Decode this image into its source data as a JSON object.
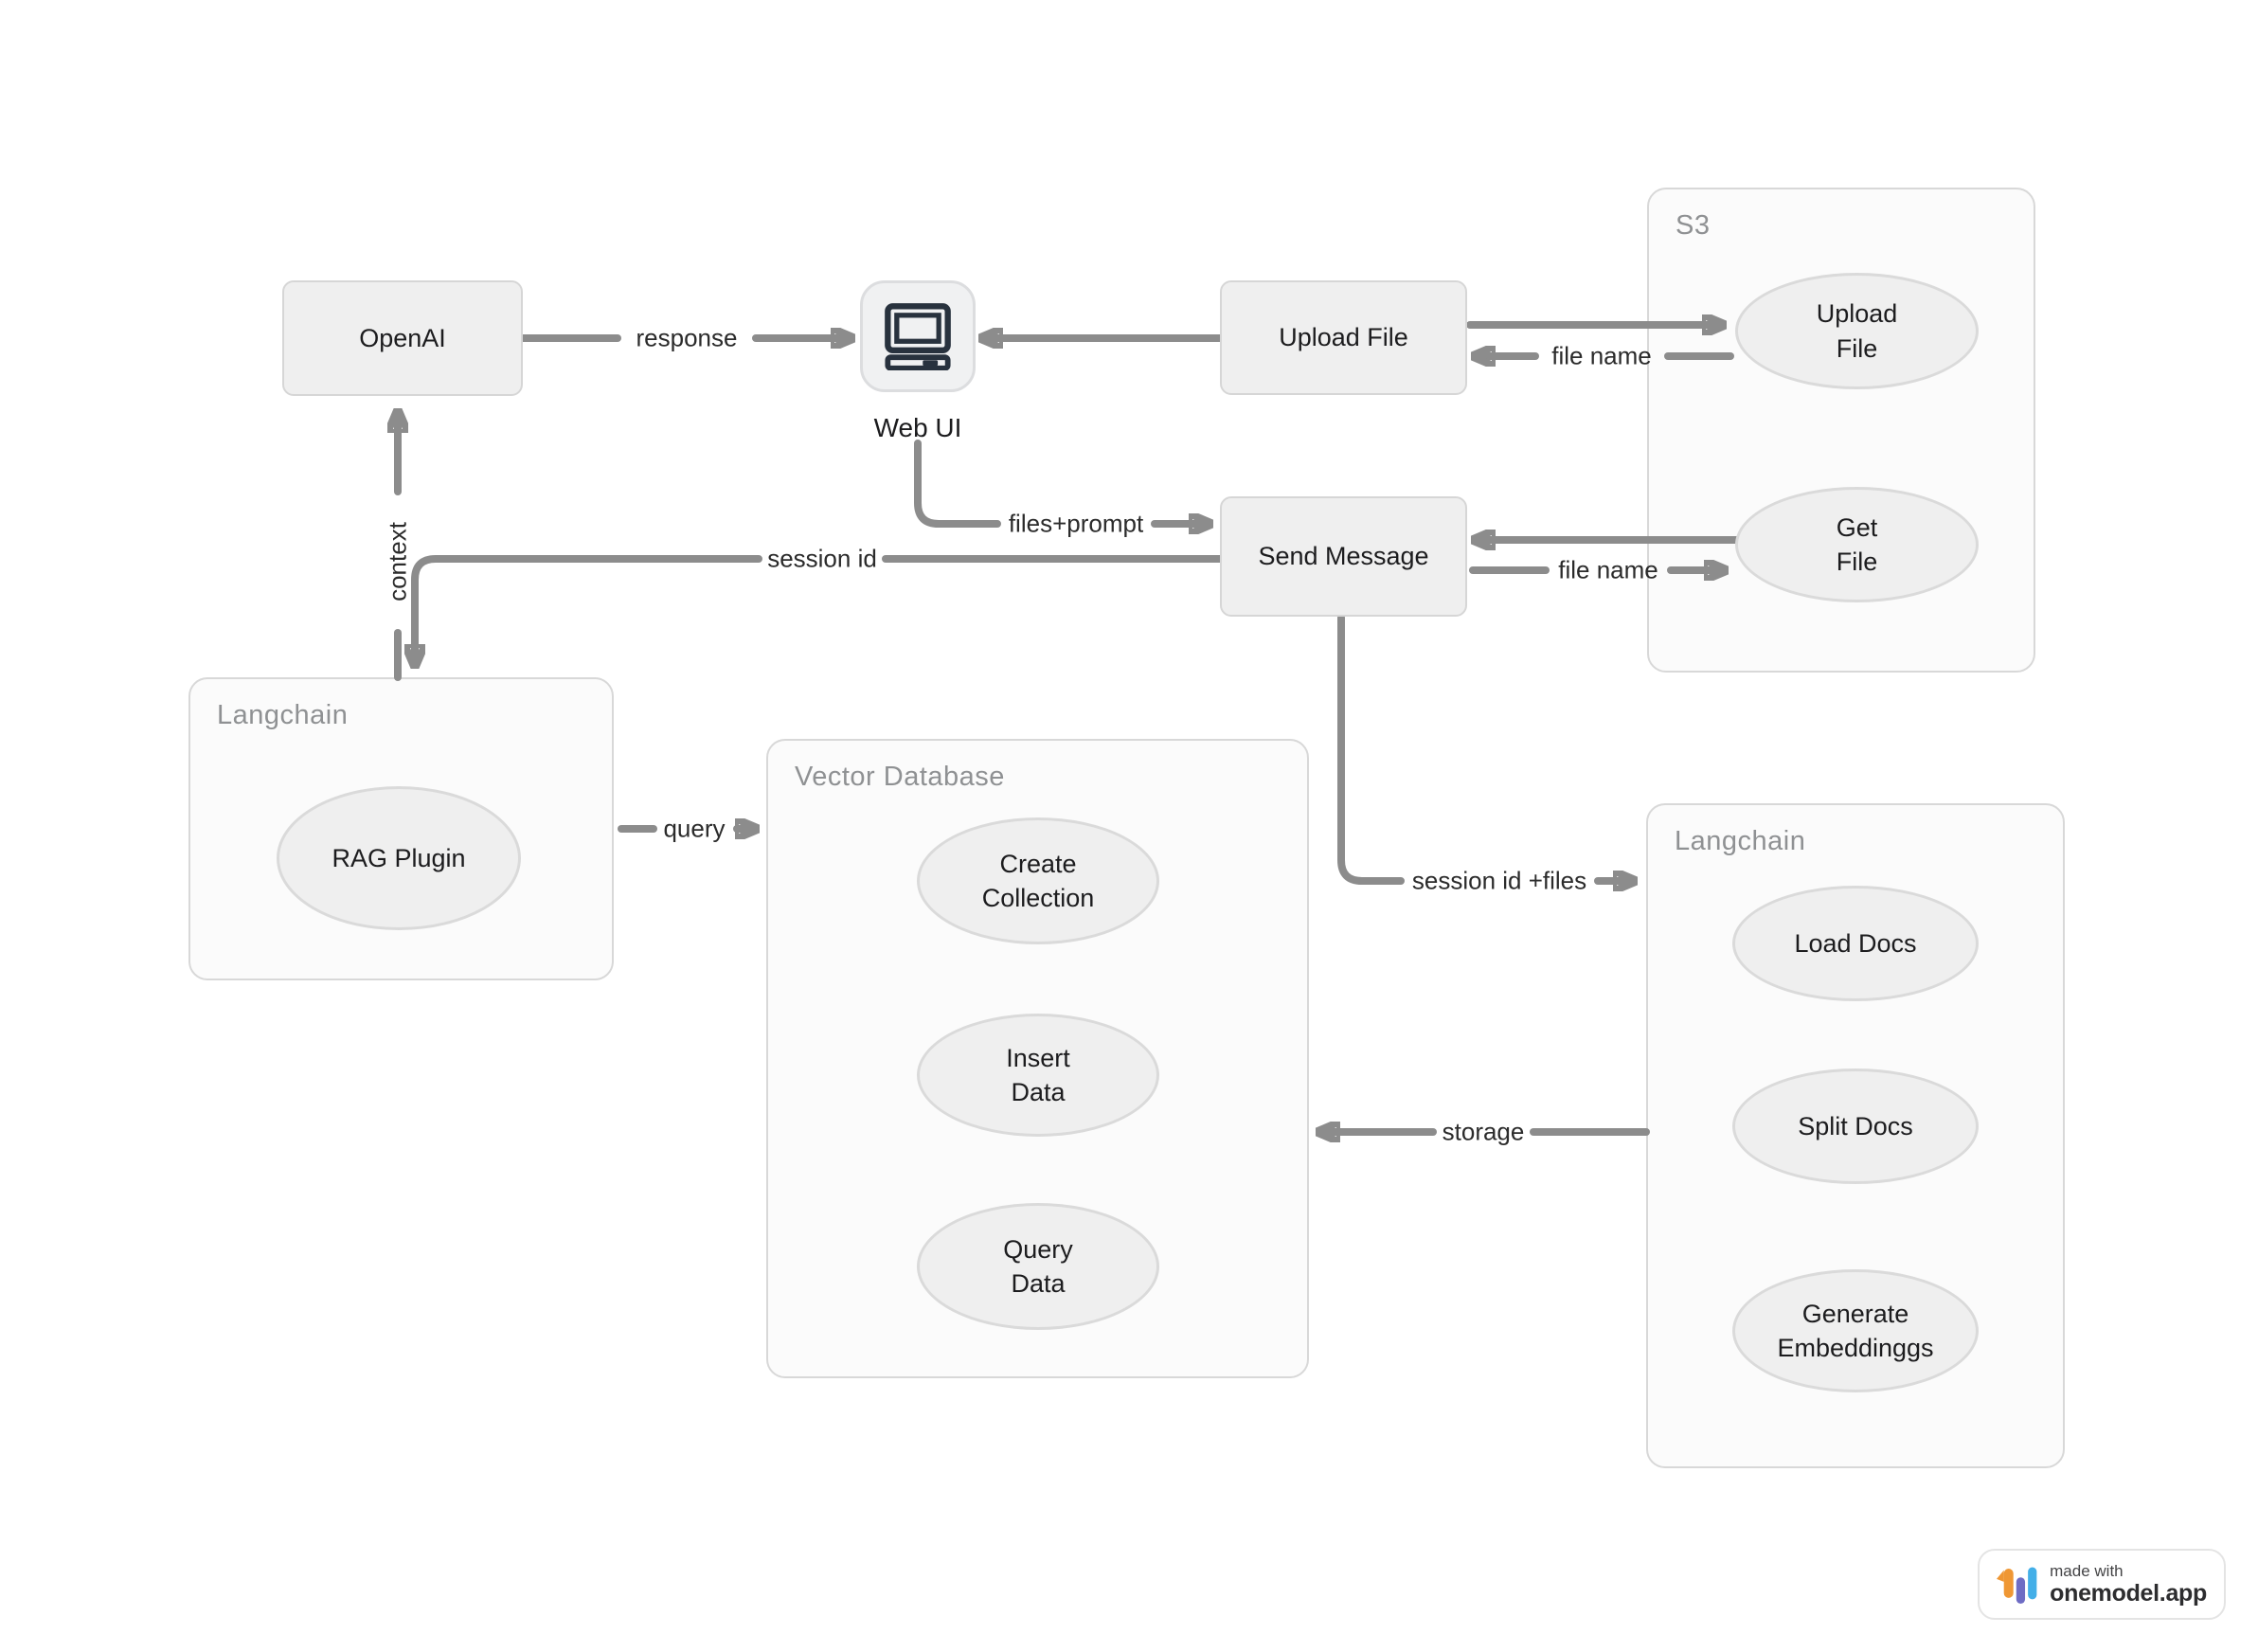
{
  "nodes": {
    "openai": {
      "label": "OpenAI"
    },
    "web_ui": {
      "label": "Web UI"
    },
    "upload_file": {
      "label": "Upload File"
    },
    "send_message": {
      "label": "Send Message"
    }
  },
  "containers": {
    "s3": {
      "title": "S3",
      "upload_file": "Upload\nFile",
      "get_file": "Get\nFile"
    },
    "langchain_left": {
      "title": "Langchain",
      "rag_plugin": "RAG Plugin"
    },
    "vector_database": {
      "title": "Vector Database",
      "create_collection": "Create\nCollection",
      "insert_data": "Insert\nData",
      "query_data": "Query\nData"
    },
    "langchain_right": {
      "title": "Langchain",
      "load_docs": "Load Docs",
      "split_docs": "Split Docs",
      "generate_embeddings": "Generate\nEmbeddinggs"
    }
  },
  "edges": {
    "response": "response",
    "file_name_upload": "file name",
    "files_prompt": "files+prompt",
    "session_id": "session id",
    "context": "context",
    "session_id_files": "session id +files",
    "storage": "storage",
    "query": "query",
    "file_name_get": "file name"
  },
  "badge": {
    "made_with": "made with",
    "brand": "onemodel.app"
  },
  "colors": {
    "arrow": "#8c8c8c",
    "node_fill": "#efefef",
    "node_border": "#d6d6d6",
    "container_fill": "#fbfbfb",
    "container_border": "#d8d8d8",
    "computer_icon": "#28323e",
    "logo_orange": "#EF9734",
    "logo_purple": "#6E6CC4",
    "logo_blue": "#43AFE8"
  }
}
